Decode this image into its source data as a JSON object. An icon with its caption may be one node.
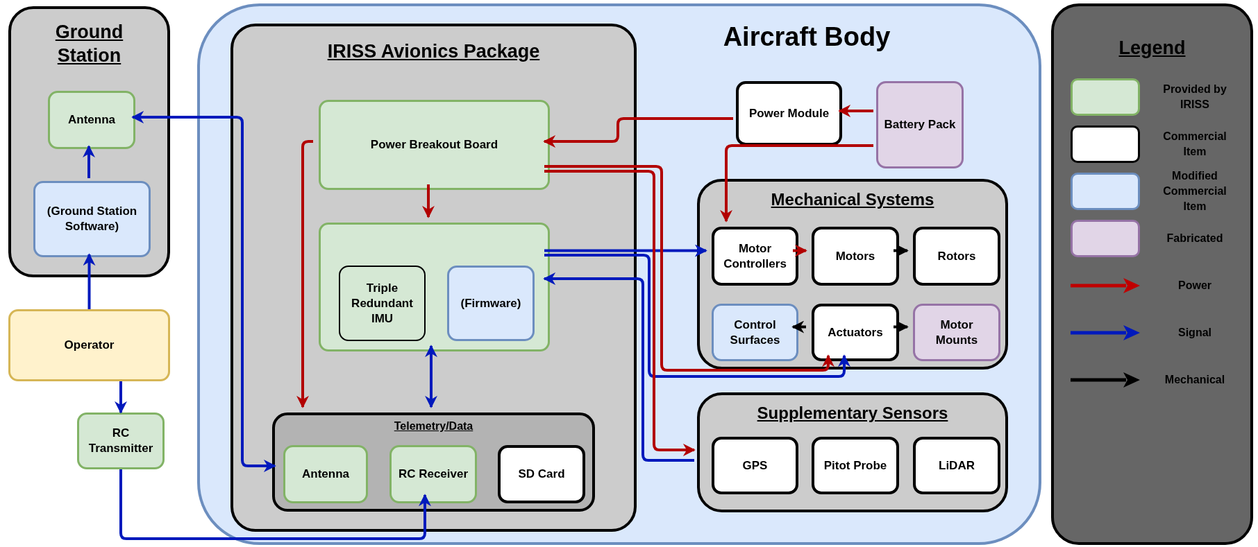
{
  "diagram": {
    "nodes": [
      {
        "text": [
          "Ground Station"
        ]
      },
      {
        "text": [
          "Antenna"
        ],
        "in": 0
      },
      {
        "text": [
          "(Ground Station Software)"
        ],
        "in": 0
      },
      {
        "text": [
          "Operator"
        ]
      },
      {
        "text": [
          "RC Transmitter"
        ]
      },
      {
        "text": [
          "Aircraft Body"
        ]
      },
      {
        "text": [
          "IRISS Avionics Package"
        ],
        "in": 5
      },
      {
        "text": [
          "Power Module"
        ],
        "in": 5
      },
      {
        "text": [
          "Battery Pack"
        ],
        "in": 5
      },
      {
        "text": [
          "Power Breakout Board"
        ],
        "in": 6
      },
      {
        "text": [],
        "shape": "box",
        "in": 6
      },
      {
        "text": [
          "Triple Redundant IMU"
        ],
        "in": 10
      },
      {
        "text": [
          "(Firmware)"
        ],
        "in": 10
      },
      {
        "text": [
          "Telemetry/Data"
        ],
        "in": 6
      },
      {
        "text": [
          "Antenna"
        ],
        "in": 13
      },
      {
        "text": [
          "RC Receiver"
        ],
        "in": 13
      },
      {
        "text": [
          "SD Card"
        ],
        "in": 13
      },
      {
        "text": [
          "Mechanical Systems"
        ],
        "in": 5
      },
      {
        "text": [
          "Motor Controllers"
        ],
        "in": 17
      },
      {
        "text": [
          "Motors"
        ],
        "in": 17
      },
      {
        "text": [
          "Rotors"
        ],
        "in": 17
      },
      {
        "text": [
          "Control Surfaces"
        ],
        "in": 17
      },
      {
        "text": [
          "Actuators"
        ],
        "in": 17
      },
      {
        "text": [
          "Motor Mounts"
        ],
        "in": 17
      },
      {
        "text": [
          "Supplementary Sensors"
        ],
        "in": 5
      },
      {
        "text": [
          "GPS"
        ],
        "in": 24
      },
      {
        "text": [
          "Pitot Probe"
        ],
        "in": 24
      },
      {
        "text": [
          "LiDAR"
        ],
        "in": 24
      }
    ],
    "edges": [
      {
        "from": 2,
        "to": 1,
        "arrow": "to"
      },
      {
        "from": 3,
        "to": 2,
        "arrow": "to"
      },
      {
        "from": 3,
        "to": 4,
        "arrow": "to"
      },
      {
        "from": 1,
        "to": 14,
        "arrow": "both"
      },
      {
        "from": 4,
        "to": 15,
        "arrow": "to"
      },
      {
        "from": 10,
        "to": 13,
        "arrow": "both"
      },
      {
        "from": 10,
        "to": 18,
        "arrow": "to"
      },
      {
        "from": 24,
        "to": 10,
        "arrow": "to"
      },
      {
        "from": 10,
        "to": 22,
        "arrow": "to"
      },
      {
        "from": 7,
        "to": 9,
        "arrow": "to",
        "color": "#b20000"
      },
      {
        "from": 8,
        "to": 7,
        "arrow": "to",
        "color": "#b20000"
      },
      {
        "from": 8,
        "to": 18,
        "arrow": "to",
        "color": "#b20000"
      },
      {
        "from": 9,
        "to": 10,
        "arrow": "to",
        "color": "#b20000"
      },
      {
        "from": 9,
        "to": 13,
        "arrow": "to",
        "color": "#b20000"
      },
      {
        "from": 9,
        "to": 22,
        "arrow": "to",
        "color": "#b20000"
      },
      {
        "from": 9,
        "to": 24,
        "arrow": "to",
        "color": "#b20000"
      },
      {
        "from": 18,
        "to": 19,
        "arrow": "to",
        "color": "#b20000"
      },
      {
        "from": 19,
        "to": 20,
        "arrow": "to",
        "color": "#000000"
      },
      {
        "from": 22,
        "to": 21,
        "arrow": "to",
        "color": "#000000"
      },
      {
        "from": 22,
        "to": 23,
        "arrow": "to",
        "color": "#000000"
      }
    ],
    "labels": [
      "Legend"
    ],
    "legend": [
      {
        "text": "Provided by IRISS",
        "color": "#d5e8d4"
      },
      {
        "text": "Commercial Item",
        "color": "#ffffff"
      },
      {
        "text": "Modified Commercial Item",
        "color": "#dae8fc"
      },
      {
        "text": "Fabricated",
        "color": "#e1d5e7"
      },
      {
        "text": "Power"
      },
      {
        "text": "Signal"
      },
      {
        "text": "Mechanical"
      }
    ]
  }
}
